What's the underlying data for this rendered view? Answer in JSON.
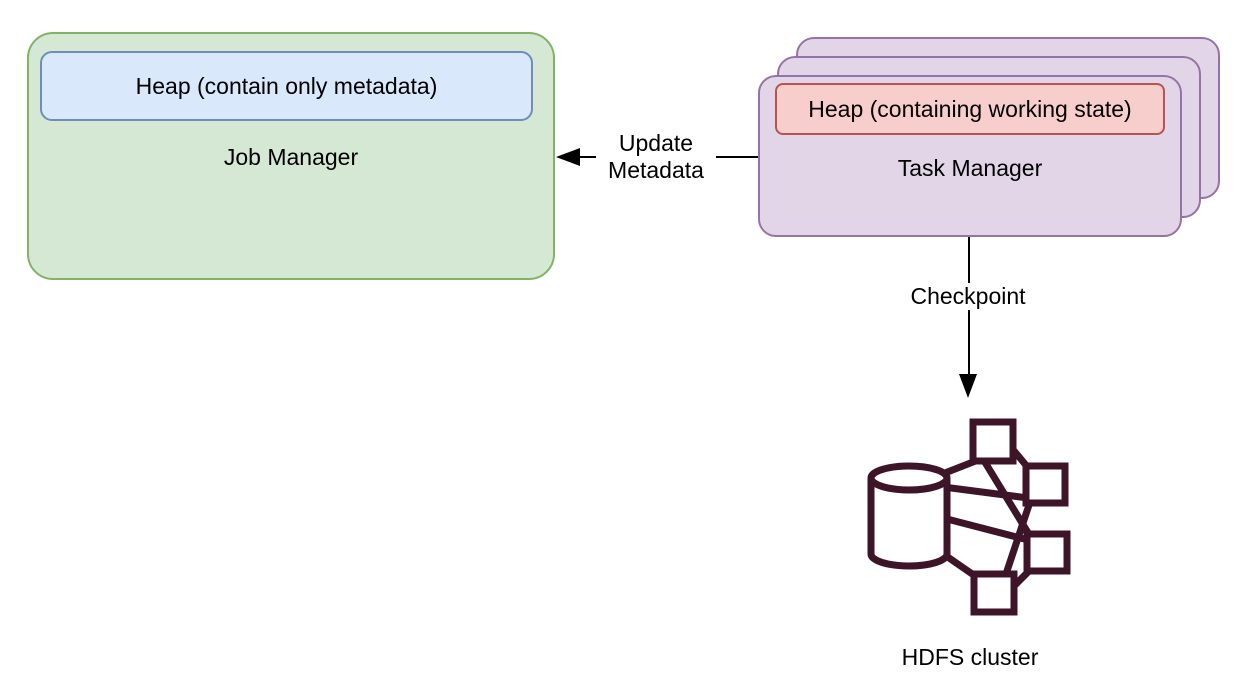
{
  "canvas": {
    "background": "#ffffff"
  },
  "job_manager": {
    "label": "Job Manager",
    "heap_label": "Heap (contain only metadata)",
    "box_fill": "#d5e8d4",
    "box_border": "#82b366",
    "heap_fill": "#dae8fc",
    "heap_border": "#6c8ebf"
  },
  "task_manager": {
    "label": "Task Manager",
    "heap_label": "Heap (containing working state)",
    "box_fill": "#e1d5e7",
    "box_border": "#9673a6",
    "heap_fill": "#f8cecc",
    "heap_border": "#b85450",
    "stack_count": 3
  },
  "arrows": {
    "color": "#000000",
    "update_metadata": {
      "line1": "Update",
      "line2": "Metadata"
    },
    "checkpoint": {
      "label": "Checkpoint"
    }
  },
  "hdfs_cluster": {
    "label": "HDFS cluster",
    "icon": "hdfs-cluster-icon",
    "icon_color": "#3e1528"
  }
}
